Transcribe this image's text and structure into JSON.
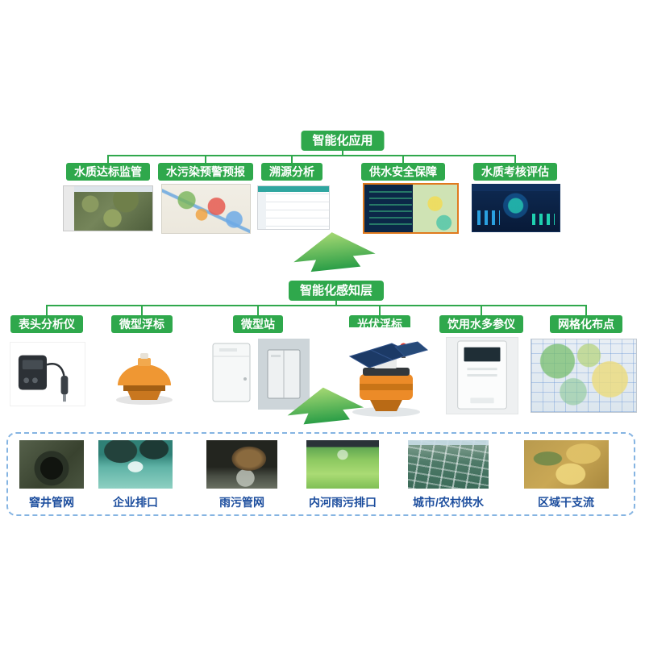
{
  "colors": {
    "accent_green": "#2fa84c",
    "label_blue": "#1d4e9e",
    "highlight_border_orange": "#e07a1e",
    "dashed_border_blue": "#85b4e2"
  },
  "top_section": {
    "header": "智能化应用",
    "items": [
      {
        "label": "水质达标监管",
        "image": "satellite-map-screenshot"
      },
      {
        "label": "水污染预警预报",
        "image": "city-map-screenshot"
      },
      {
        "label": "溯源分析",
        "image": "analysis-table-screenshot"
      },
      {
        "label": "供水安全保障",
        "image": "water-supply-dashboard-screenshot"
      },
      {
        "label": "水质考核评估",
        "image": "assessment-dashboard-screenshot"
      }
    ]
  },
  "perception_section": {
    "header": "智能化感知层",
    "items": [
      {
        "label": "表头分析仪",
        "image": "probe-analyzer-photo"
      },
      {
        "label": "微型浮标",
        "image": "mini-buoy-photo"
      },
      {
        "label": "微型站",
        "image": "micro-station-photo"
      },
      {
        "label": "光伏浮标",
        "image": "solar-buoy-photo"
      },
      {
        "label": "饮用水多参仪",
        "image": "drinking-water-analyzer-photo"
      },
      {
        "label": "网格化布点",
        "image": "grid-map-photo"
      }
    ]
  },
  "source_section": {
    "items": [
      {
        "label": "窨井管网",
        "image": "manhole-photo"
      },
      {
        "label": "企业排口",
        "image": "enterprise-outlet-photo"
      },
      {
        "label": "雨污管网",
        "image": "sewer-pipe-photo"
      },
      {
        "label": "内河雨污排口",
        "image": "river-outlet-photo"
      },
      {
        "label": "城市/农村供水",
        "image": "urban-rural-water-supply-photo"
      },
      {
        "label": "区域干支流",
        "image": "regional-river-photo"
      }
    ]
  }
}
